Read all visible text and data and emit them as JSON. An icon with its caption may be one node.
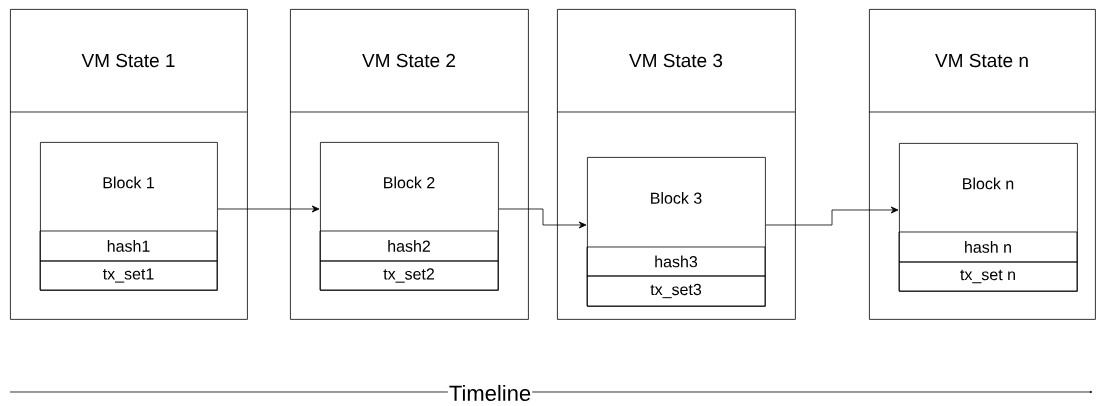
{
  "diagram": {
    "nodes": [
      {
        "text": [
          "VM State 1"
        ]
      },
      {
        "text": [
          "Block 1",
          "hash1",
          "tx_set1"
        ],
        "in": 0
      },
      {
        "text": [
          "VM State 2"
        ]
      },
      {
        "text": [
          "Block 2",
          "hash2",
          "tx_set2"
        ],
        "in": 2
      },
      {
        "text": [
          "VM State 3"
        ]
      },
      {
        "text": [
          "Block 3",
          "hash3",
          "tx_set3"
        ],
        "in": 4
      },
      {
        "text": [
          "VM State n"
        ]
      },
      {
        "text": [
          "Block n",
          "hash n",
          "tx_set n"
        ],
        "in": 6
      }
    ],
    "edges": [
      {
        "from": 1,
        "to": 3,
        "arrow": "to"
      },
      {
        "from": 3,
        "to": 5,
        "arrow": "to"
      },
      {
        "from": 5,
        "to": 7,
        "arrow": "to"
      }
    ],
    "labels": [
      "Timeline"
    ]
  }
}
